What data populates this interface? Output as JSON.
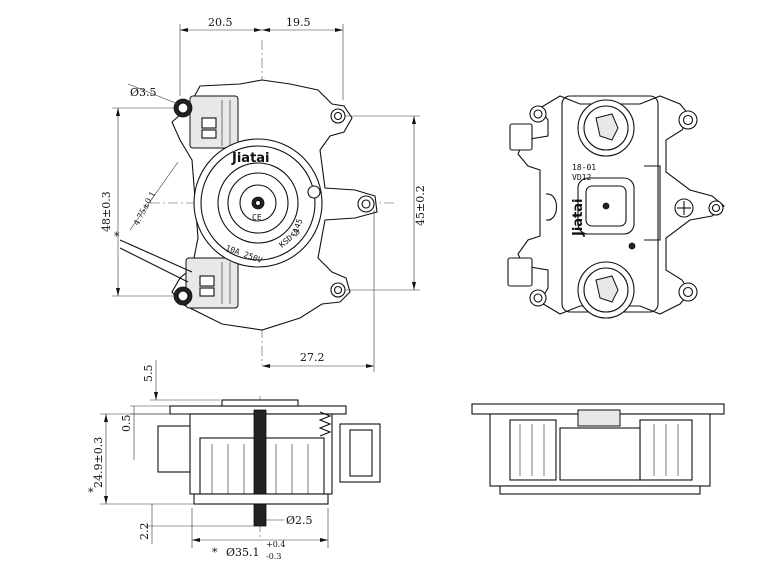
{
  "dimensions": {
    "top_left_width": "20.5",
    "top_right_width": "19.5",
    "hole_dia": "Ø3.5",
    "height_48": "48±0.3",
    "height_45": "45±0.2",
    "offset_475": "4.75±0.1",
    "width_272": "27.2",
    "side_55": "5.5",
    "side_05": "0.5",
    "side_249": "24.9±0.3",
    "side_22": "2.2",
    "pin_dia": "Ø2.5",
    "base_dia": "Ø35.1",
    "base_tol_plus": "+0.4",
    "base_tol_minus": "-0.3",
    "star_mark": "*"
  },
  "front_labels": {
    "brand": "Jiatai",
    "code_ce": "CE",
    "rating_a": "10A 250V",
    "rating_b": "T145",
    "model": "KSD-8"
  },
  "rear_labels": {
    "brand": "Jiatai",
    "part_code": "18-01",
    "version": "VD12"
  },
  "icons": {
    "screw": "screw-icon",
    "hole": "mounting-hole-icon"
  }
}
